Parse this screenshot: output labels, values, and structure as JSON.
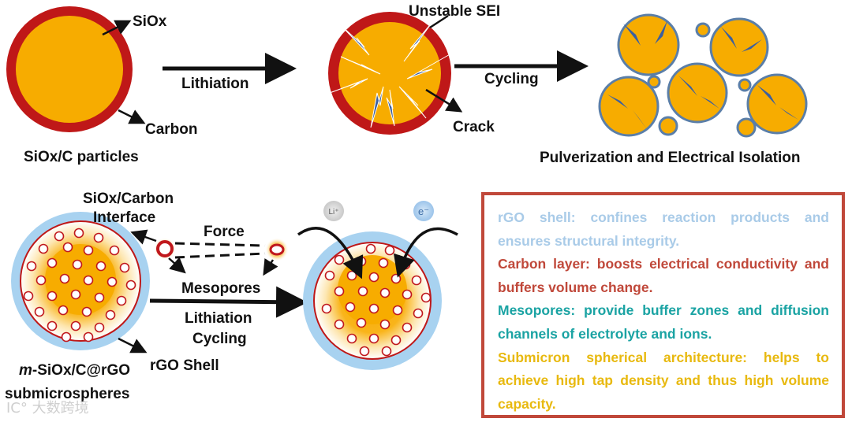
{
  "top_row": {
    "siox_label": "SiOx",
    "carbon_label": "Carbon",
    "particles_caption": "SiOx/C particles",
    "lithiation_arrow_label": "Lithiation",
    "unstable_sei_label": "Unstable SEI",
    "crack_label": "Crack",
    "cycling_arrow_label": "Cycling",
    "pulverization_caption": "Pulverization and Electrical Isolation"
  },
  "bottom_row": {
    "interface_label_line1": "SiOx/Carbon",
    "interface_label_line2": "Interface",
    "force_label": "Force",
    "mesopores_label": "Mesopores",
    "lithiation_label": "Lithiation",
    "cycling_label": "Cycling",
    "rgo_shell_label": "rGO Shell",
    "caption_italic_prefix": "m",
    "caption_rest": "-SiOx/C@rGO",
    "caption_line2": "submicrospheres",
    "li_ion_label": "Li⁺",
    "electron_label": "e⁻"
  },
  "legend": {
    "items": [
      {
        "text": "rGO shell: confines reaction products and ensures structural integrity.",
        "color": "#a9cbe8"
      },
      {
        "text": "Carbon layer: boosts electrical conductivity and buffers volume change.",
        "color": "#c0483a"
      },
      {
        "text": "Mesopores: provide buffer zones and diffusion channels of electrolyte and ions.",
        "color": "#1aa3a3"
      },
      {
        "text": "Submicron spherical architecture: helps to achieve high tap density and thus high volume capacity.",
        "color": "#e8b90f"
      }
    ]
  },
  "colors": {
    "core": "#f7ac00",
    "carbon_red": "#bf1818",
    "shell_blue": "#a8d2f0",
    "outline_blue": "#5a7ea8",
    "crack_blue": "#3b5fa0"
  },
  "watermark": "IC° 大数跨境"
}
